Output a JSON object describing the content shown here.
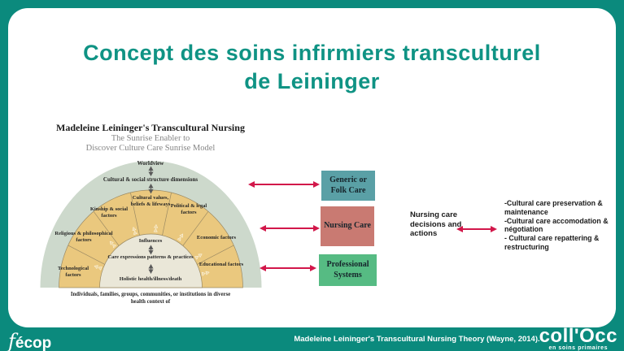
{
  "colors": {
    "page_teal": "#0b8a7d",
    "title_teal": "#0f9384",
    "dome_outer_sage": "#cdd9cc",
    "dome_ring_tan": "#eac87e",
    "dome_center_cream": "#eae7d8",
    "box_folk_teal": "#5aa0a6",
    "box_nursing_salmon": "#c97a72",
    "box_professional_green": "#56bb83",
    "arrow_red": "#d2174a"
  },
  "title": {
    "line1": "Concept des soins infirmiers transculturel",
    "line2": "de Leininger"
  },
  "diagram": {
    "heading": "Madeleine Leininger's Transcultural Nursing",
    "subheading1": "The Sunrise Enabler to",
    "subheading2": "Discover Culture Care Sunrise Model",
    "worldview": "Worldview",
    "structure_dimensions": "Cultural & social structure dimensions",
    "wedges": [
      "Technological factors",
      "Religious & philosophical factors",
      "Kinship & social factors",
      "Cultural values, beliefs & lifeways",
      "Political & legal factors",
      "Economic factors",
      "Educational factors"
    ],
    "center": {
      "influences": "Influences",
      "care_expressions": "Care expressions patterns & practices",
      "holistic": "Holistic health/illness/death"
    },
    "base_caption": "Individuals, families, groups, communities, or institutions in diverse health context of"
  },
  "care_boxes": [
    {
      "label": "Generic or Folk Care"
    },
    {
      "label": "Nursing Care"
    },
    {
      "label": "Professional Systems"
    }
  ],
  "decisions_label": "Nursing care decisions and actions",
  "outcomes": [
    "-Cultural care preservation & maintenance",
    "-Cultural care accomodation & négotiation",
    "- Cultural care repattering & restructuring"
  ],
  "footer": {
    "fecop_f": "f",
    "fecop_rest": "écop",
    "caption": "Madeleine Leininger's Transcultural Nursing Theory (Wayne, 2014).",
    "collocc": "coll'Occ",
    "collocc_sub": "en soins primaires"
  }
}
